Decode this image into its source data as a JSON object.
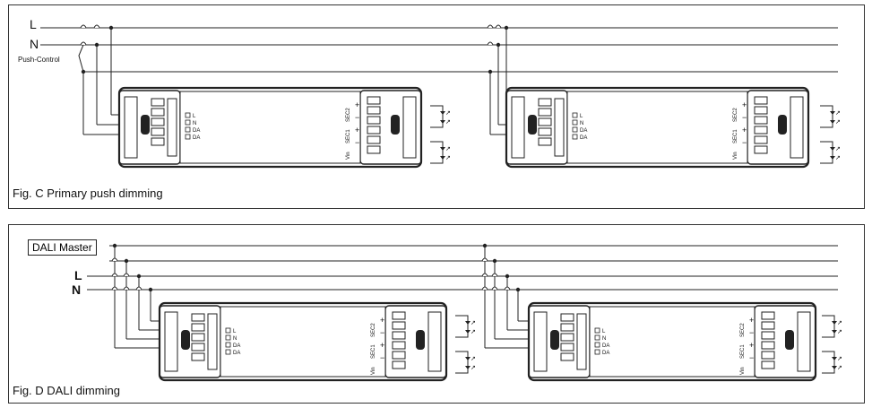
{
  "figC": {
    "caption": "Fig. C Primary push dimming",
    "wire_L": "L",
    "wire_N": "N",
    "switch_label": "Push-Control"
  },
  "figD": {
    "caption": "Fig. D DALI dimming",
    "master_label": "DALI Master",
    "wire_L": "L",
    "wire_N": "N"
  },
  "driver": {
    "terminals": [
      "L",
      "N",
      "DA",
      "DA"
    ],
    "sec1": "SEC1",
    "sec2": "SEC2",
    "vin": "Vin"
  },
  "colors": {
    "line": "#222222",
    "body": "#1a1a1a"
  }
}
